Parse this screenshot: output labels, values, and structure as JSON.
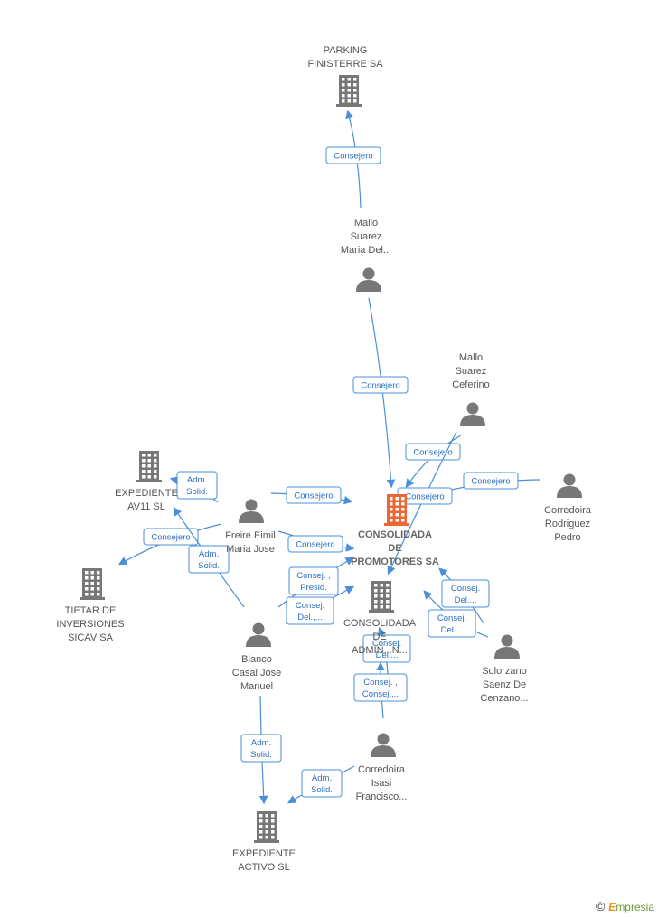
{
  "colors": {
    "edge": "#4a8fd8",
    "node": "#777777",
    "highlight": "#ee6633",
    "label": "#555555"
  },
  "nodes": [
    {
      "id": "parking",
      "type": "company",
      "lines": [
        "PARKING",
        "FINISTERRE SA"
      ]
    },
    {
      "id": "mallo_maria",
      "type": "person",
      "lines": [
        "Mallo",
        "Suarez",
        "Maria Del..."
      ]
    },
    {
      "id": "mallo_ceferino",
      "type": "person",
      "lines": [
        "Mallo",
        "Suarez",
        "Ceferino"
      ]
    },
    {
      "id": "corredoira_pedro",
      "type": "person",
      "lines": [
        "Corredoira",
        "Rodriguez",
        "Pedro"
      ]
    },
    {
      "id": "consolidada_prom",
      "type": "company",
      "highlight": true,
      "lines": [
        "CONSOLIDADA",
        "DE",
        "PROMOTORES SA"
      ]
    },
    {
      "id": "consolidada_admin",
      "type": "company",
      "lines": [
        "CONSOLIDADA",
        "DE",
        "ADMIN...N..."
      ]
    },
    {
      "id": "expediente_av11",
      "type": "company",
      "lines": [
        "EXPEDIENTE",
        "AV11  SL"
      ]
    },
    {
      "id": "freire",
      "type": "person",
      "lines": [
        "Freire Eimil",
        "Maria Jose"
      ]
    },
    {
      "id": "tietar",
      "type": "company",
      "lines": [
        "TIETAR DE",
        "INVERSIONES",
        "SICAV SA"
      ]
    },
    {
      "id": "blanco",
      "type": "person",
      "lines": [
        "Blanco",
        "Casal Jose",
        "Manuel"
      ]
    },
    {
      "id": "solorzano",
      "type": "person",
      "lines": [
        "Solorzano",
        "Saenz De",
        "Cenzano..."
      ]
    },
    {
      "id": "corredoira_francisco",
      "type": "person",
      "lines": [
        "Corredoira",
        "Isasi",
        "Francisco..."
      ]
    },
    {
      "id": "expediente_activo",
      "type": "company",
      "lines": [
        "EXPEDIENTE",
        "ACTIVO SL"
      ]
    }
  ],
  "edges": [
    {
      "lines": [
        "Consejero"
      ]
    },
    {
      "lines": [
        "Consejero"
      ]
    },
    {
      "lines": [
        "Consejero"
      ]
    },
    {
      "lines": [
        "Consejero"
      ]
    },
    {
      "lines": [
        "Consejero"
      ]
    },
    {
      "lines": [
        "Consejero"
      ]
    },
    {
      "lines": [
        "Consejero"
      ]
    },
    {
      "lines": [
        "Consejero"
      ]
    },
    {
      "lines": [
        "Adm.",
        "Solid."
      ]
    },
    {
      "lines": [
        "Adm.",
        "Solid."
      ]
    },
    {
      "lines": [
        "Consej. ,",
        "Presid."
      ]
    },
    {
      "lines": [
        "Consej.",
        "Del.,..."
      ]
    },
    {
      "lines": [
        "Consej.",
        "Del...."
      ]
    },
    {
      "lines": [
        "Consej.",
        "Del...."
      ]
    },
    {
      "lines": [
        "Consej.",
        "Del...."
      ]
    },
    {
      "lines": [
        "Consej. ,",
        "Consej...."
      ]
    },
    {
      "lines": [
        "Adm.",
        "Solid."
      ]
    },
    {
      "lines": [
        "Adm.",
        "Solid."
      ]
    }
  ],
  "brand": {
    "copyright": "©",
    "name_first": "E",
    "name_rest": "mpresia"
  }
}
